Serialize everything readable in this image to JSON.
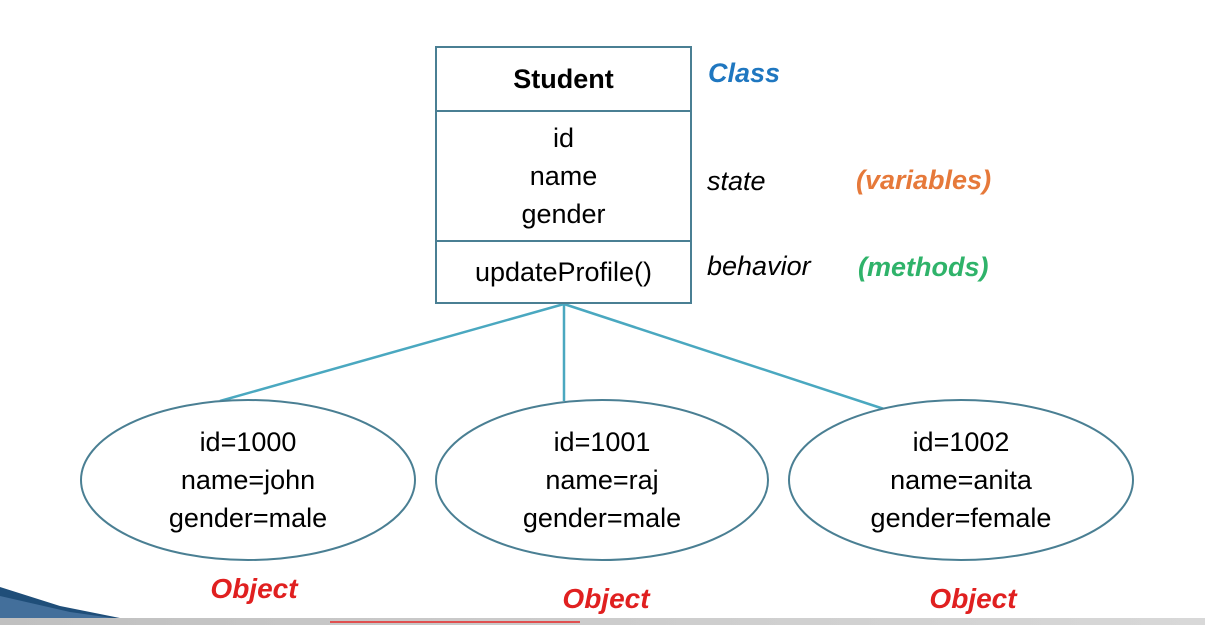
{
  "colors": {
    "border": "#4a7f93",
    "connector": "#4aa8c0",
    "class_label": "#1f77c0",
    "variables_label": "#e6793a",
    "methods_label": "#2fb36a",
    "object_label": "#e02020",
    "swoosh": "#1f4e79"
  },
  "class_box": {
    "name": "Student",
    "attributes": [
      "id",
      "name",
      "gender"
    ],
    "method": "updateProfile()"
  },
  "labels": {
    "class": "Class",
    "state": "state",
    "variables": "(variables)",
    "behavior": "behavior",
    "methods": "(methods)"
  },
  "objects": [
    {
      "lines": [
        "id=1000",
        "name=john",
        "gender=male"
      ],
      "label": "Object"
    },
    {
      "lines": [
        "id=1001",
        "name=raj",
        "gender=male"
      ],
      "label": "Object"
    },
    {
      "lines": [
        "id=1002",
        "name=anita",
        "gender=female"
      ],
      "label": "Object"
    }
  ]
}
